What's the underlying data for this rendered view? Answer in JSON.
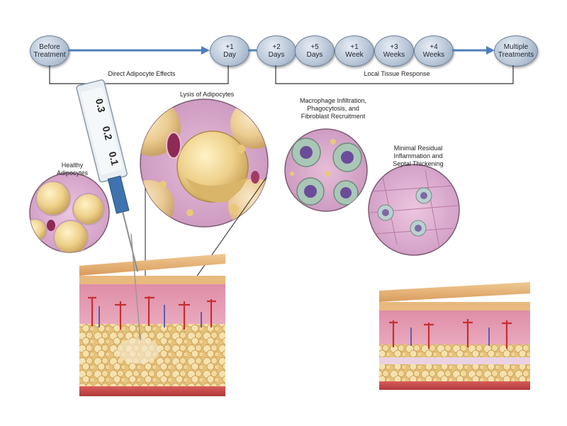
{
  "timeline": {
    "nodes": [
      {
        "id": "before-treatment",
        "label": "Before\nTreatment"
      },
      {
        "id": "plus-1-day",
        "label": "+1\nDay"
      },
      {
        "id": "plus-2-days",
        "label": "+2\nDays"
      },
      {
        "id": "plus-5-days",
        "label": "+5\nDays"
      },
      {
        "id": "plus-1-week",
        "label": "+1\nWeek"
      },
      {
        "id": "plus-3-weeks",
        "label": "+3\nWeeks"
      },
      {
        "id": "plus-4-weeks",
        "label": "+4\nWeeks"
      },
      {
        "id": "multiple-treatments",
        "label": "Multiple\nTreatments"
      }
    ],
    "bracket_direct": "Direct Adipocyte Effects",
    "bracket_local": "Local Tissue Response"
  },
  "captions": {
    "healthy": "Healthy\nAdipocytes",
    "lysis": "Lysis of Adipocytes",
    "macrophage": "Macrophage Infiltration,\nPhagocytosis, and\nFibroblast Recruitment",
    "residual": "Minimal Residual\nInflammation and\nSeptal Thickening"
  },
  "syringe": {
    "labels": [
      "0.3",
      "0.2",
      "0.1"
    ]
  },
  "colors": {
    "timeline_arrow": "#4f7fb8",
    "fat": "#e9cf8a",
    "dermis": "#d98fa6",
    "epidermis": "#e8b97e",
    "muscle": "#c84c4c",
    "vessel": "#c62f2f",
    "tissue_pink": "#d7a6c6",
    "needle_blue": "#3f73b0"
  }
}
